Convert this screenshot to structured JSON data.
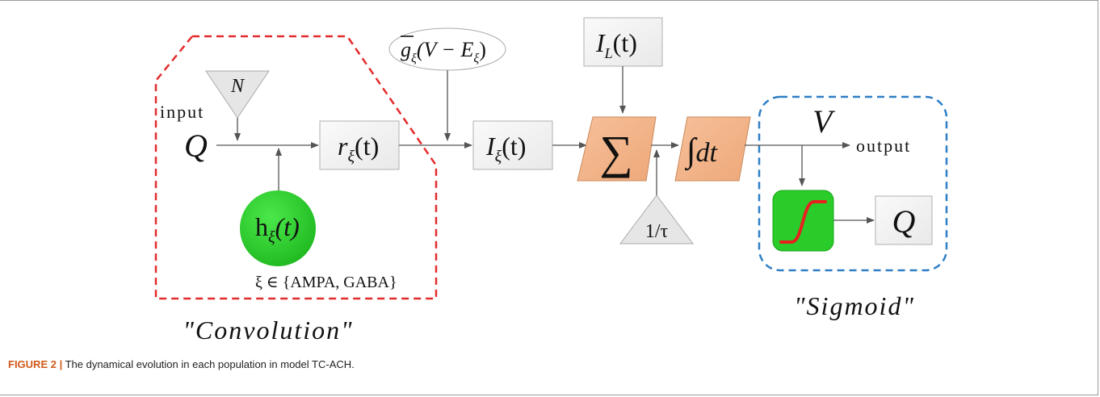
{
  "diagram": {
    "convolution": {
      "label": "\"Convolution\"",
      "input_label": "input",
      "input_symbol": "Q",
      "n_symbol": "N",
      "r_main": "r",
      "r_sub": "ξ",
      "r_arg": "(t)",
      "h_main": "h",
      "h_sub": "ξ",
      "h_arg": "(t)",
      "xi_set": "ξ ∈ {AMPA, GABA}"
    },
    "synapse": {
      "g_main": "g",
      "g_sub": "ξ",
      "g_rest": "(V − E",
      "g_rest_sub": "ξ",
      "g_close": ")"
    },
    "current": {
      "i_main": "I",
      "i_sub": "ξ",
      "i_arg": "(t)",
      "il_main": "I",
      "il_sub": "L",
      "il_arg": "(t)",
      "sum_symbol": "∑",
      "tau_label": "1/τ",
      "integral_symbol": "∫",
      "integral_dt": "dt"
    },
    "sigmoid": {
      "label": "\"Sigmoid\"",
      "v_symbol": "V",
      "output_label": "output",
      "q_symbol": "Q"
    },
    "colors": {
      "convolution_border": "#e32b2b",
      "sigmoid_border": "#2f7fc6",
      "orange_fill": "#f4b183",
      "green_fill": "#2ed12e",
      "sigmoid_curve": "#e82020"
    }
  },
  "caption": {
    "prefix": "FIGURE 2 |",
    "text": " The dynamical evolution in each population in model TC-ACH."
  }
}
